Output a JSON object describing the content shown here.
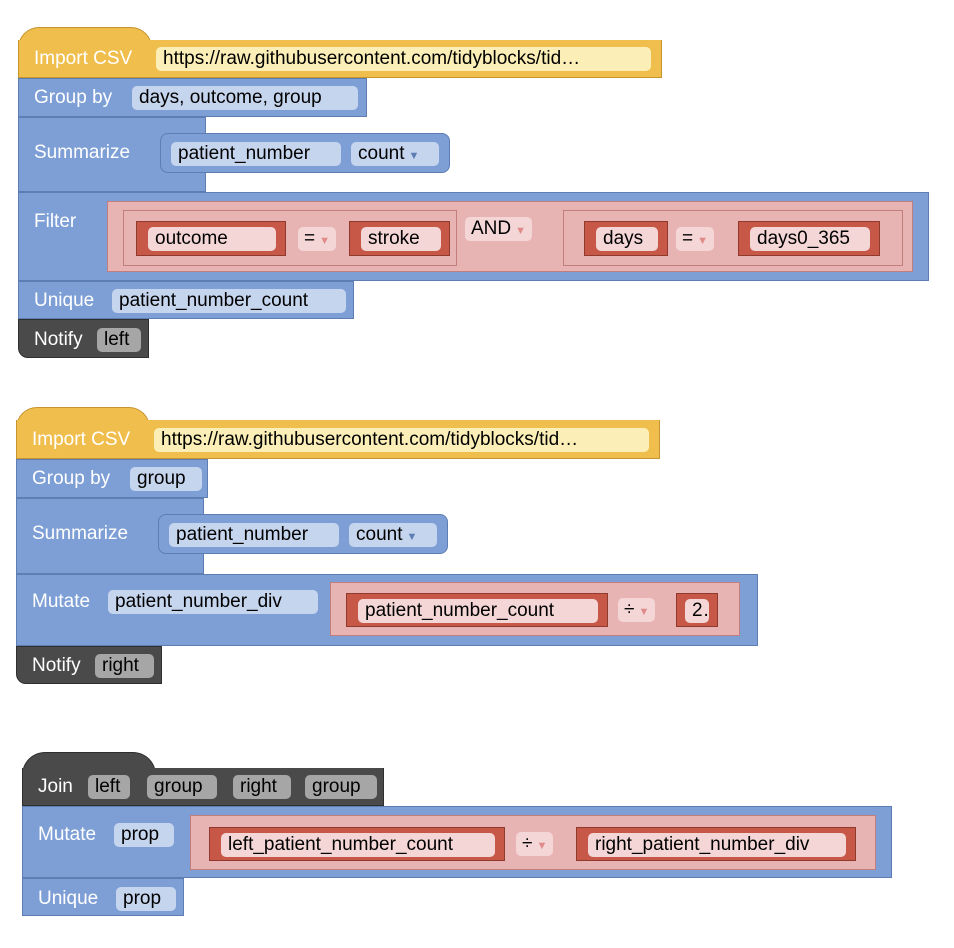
{
  "stack1": {
    "import_label": "Import CSV",
    "import_url": "https://raw.githubusercontent.com/tidyblocks/tid…",
    "groupby_label": "Group by",
    "groupby_cols": "days, outcome, group",
    "summarize_label": "Summarize",
    "summarize_col": "patient_number",
    "summarize_fn": "count",
    "filter_label": "Filter",
    "cond1_col": "outcome",
    "cond1_op": "=",
    "cond1_val": "stroke",
    "logic_op": "AND",
    "cond2_col": "days",
    "cond2_op": "=",
    "cond2_val": "days0_365",
    "unique_label": "Unique",
    "unique_col": "patient_number_count",
    "notify_label": "Notify",
    "notify_name": "left"
  },
  "stack2": {
    "import_label": "Import CSV",
    "import_url": "https://raw.githubusercontent.com/tidyblocks/tid…",
    "groupby_label": "Group by",
    "groupby_cols": "group",
    "summarize_label": "Summarize",
    "summarize_col": "patient_number",
    "summarize_fn": "count",
    "mutate_label": "Mutate",
    "mutate_name": "patient_number_div",
    "expr_col": "patient_number_count",
    "expr_op": "÷",
    "expr_val": "2",
    "notify_label": "Notify",
    "notify_name": "right"
  },
  "stack3": {
    "join_label": "Join",
    "left_table": "left",
    "left_col": "group",
    "right_table": "right",
    "right_col": "group",
    "mutate_label": "Mutate",
    "mutate_name": "prop",
    "expr_left": "left_patient_number_count",
    "expr_op": "÷",
    "expr_right": "right_patient_number_div",
    "unique_label": "Unique",
    "unique_col": "prop"
  },
  "colors": {
    "import_block": "#f0be4c",
    "transform_block": "#7d9fd6",
    "notify_block": "#4a4a4a",
    "value_block": "#e8b3b3",
    "operand_block": "#c75848"
  }
}
